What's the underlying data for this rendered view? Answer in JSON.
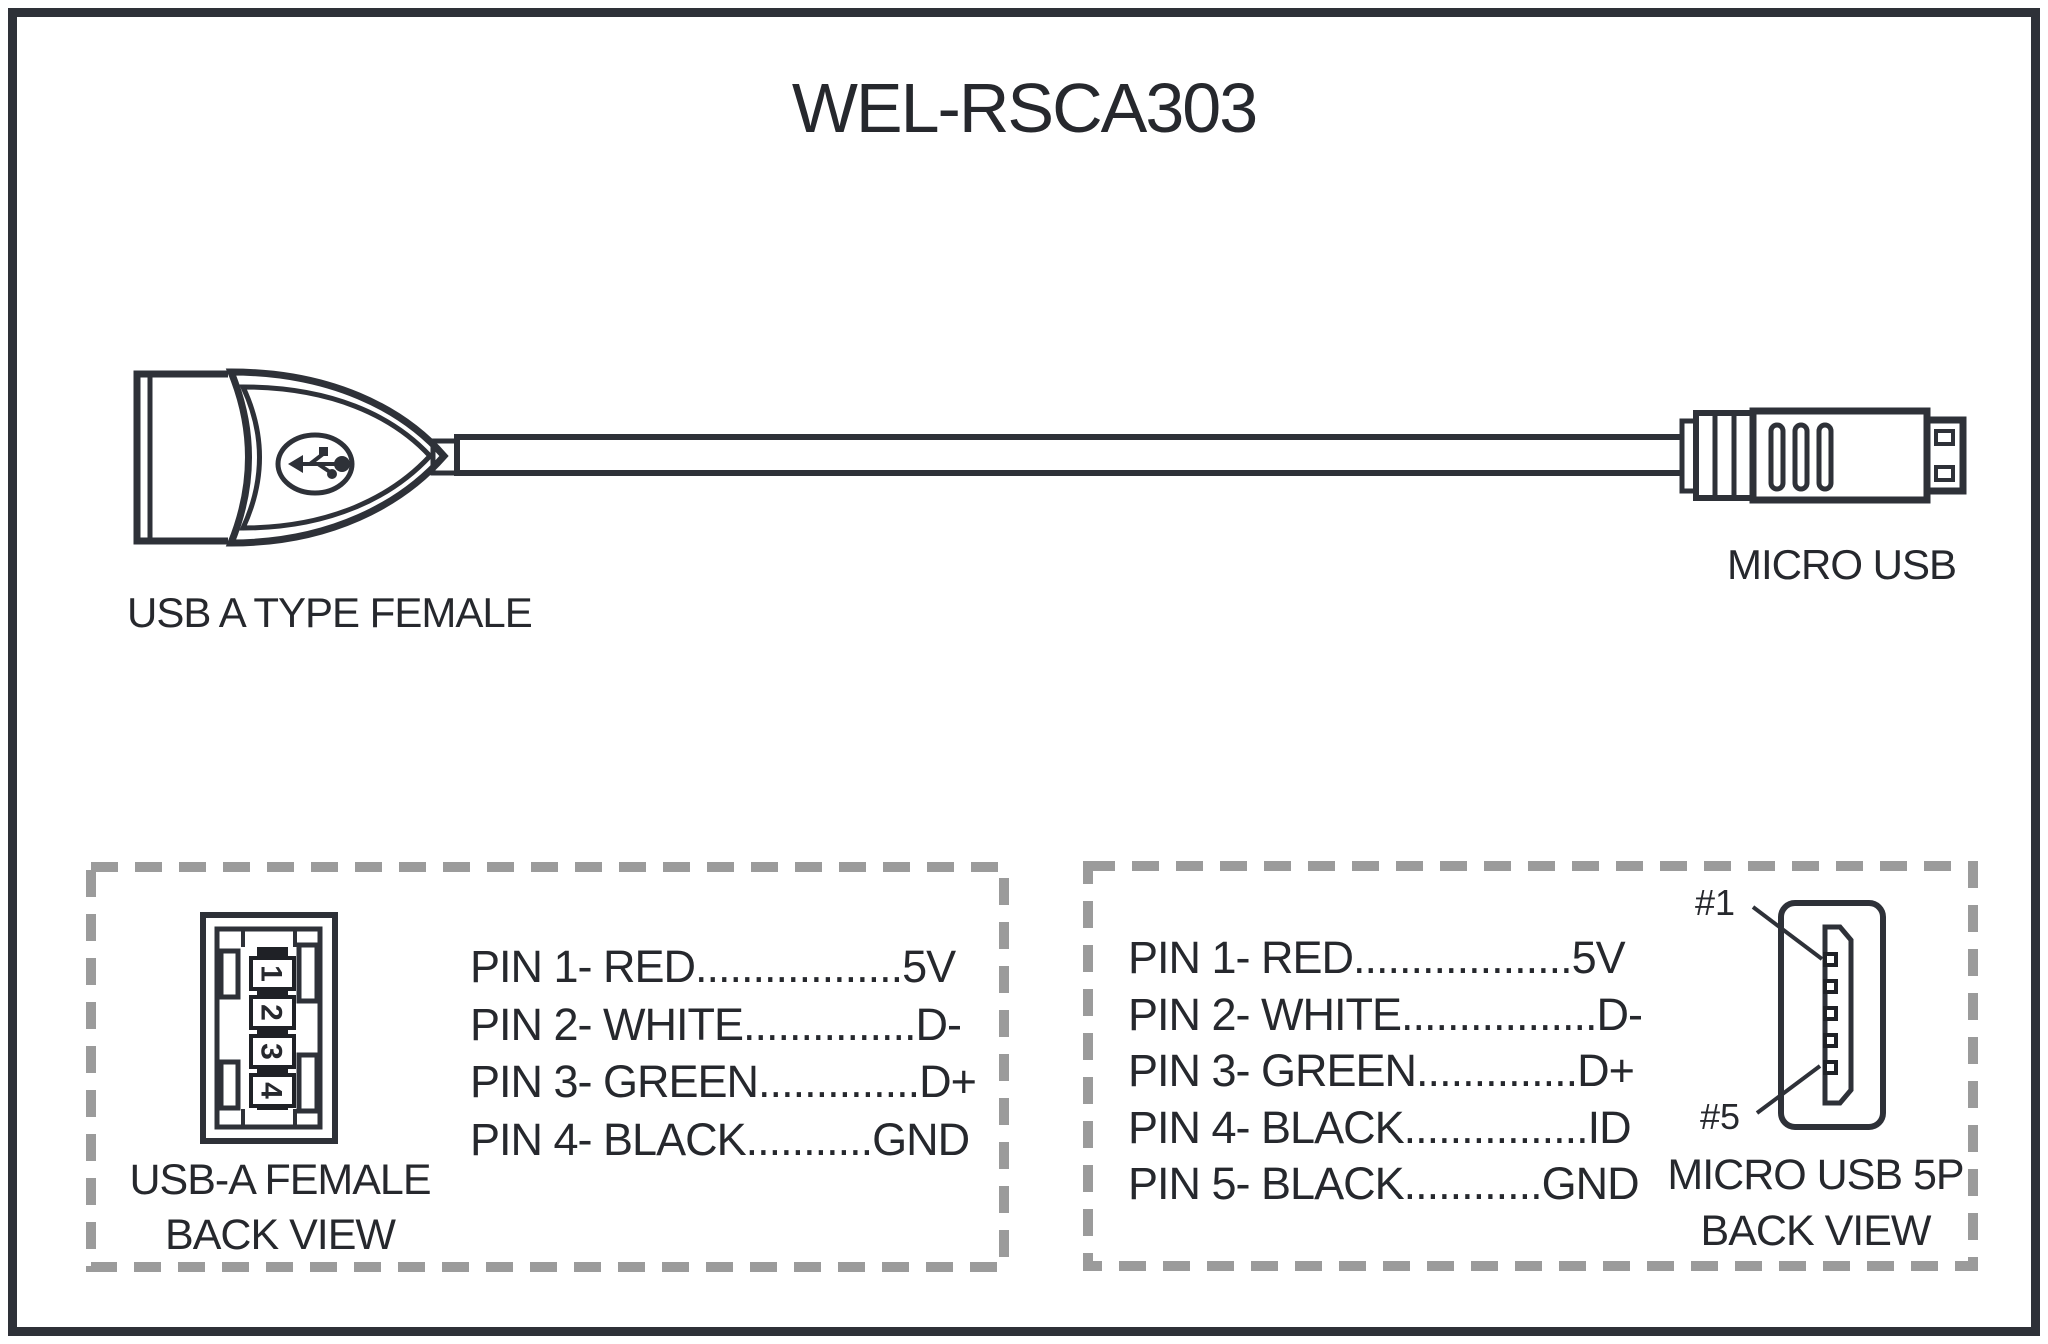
{
  "title": "WEL-RSCA303",
  "cable": {
    "left_connector_label": "USB A TYPE FEMALE",
    "right_connector_label": "MICRO USB"
  },
  "left_panel": {
    "pins": [
      "PIN 1- RED..................5V",
      "PIN 2- WHITE...............D-",
      "PIN 3- GREEN..............D+",
      "PIN 4- BLACK...........GND"
    ],
    "pin_numbers": [
      "1",
      "2",
      "3",
      "4"
    ],
    "caption_line1": "USB-A FEMALE",
    "caption_line2": "BACK VIEW"
  },
  "right_panel": {
    "pins": [
      "PIN 1- RED...................5V",
      "PIN 2- WHITE.................D-",
      "PIN 3- GREEN..............D+",
      "PIN 4- BLACK................ID",
      "PIN 5- BLACK............GND"
    ],
    "pin1_marker": "#1",
    "pin5_marker": "#5",
    "caption_line1": "MICRO USB 5P",
    "caption_line2": "BACK VIEW"
  },
  "colors": {
    "line": "#2e3138",
    "dash": "#9b9b9b",
    "text": "#26282d",
    "bg": "#ffffff"
  }
}
